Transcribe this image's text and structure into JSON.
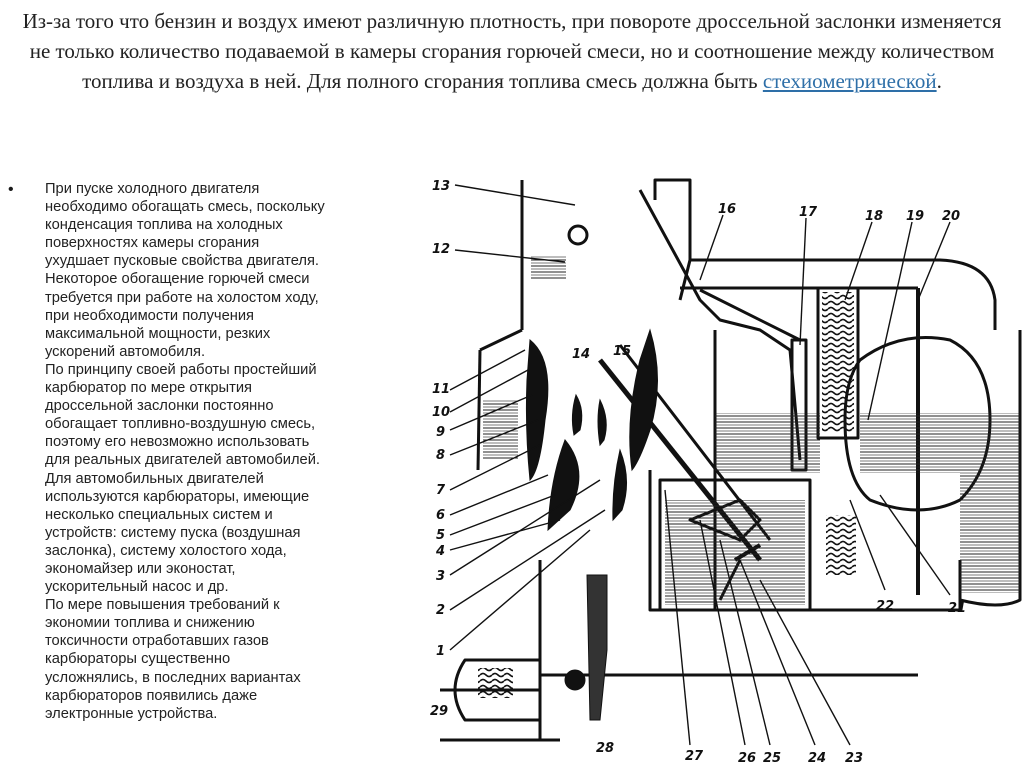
{
  "header": {
    "text_before_link": "Из-за того что бензин и воздух имеют различную плотность, при повороте дроссельной заслонки изменяется не только количество подаваемой в камеры сгорания горючей смеси, но и соотношение между количеством топлива и воздуха в ней. Для полного сгорания топлива смесь должна быть ",
    "link_text": "стехиометрической",
    "text_after_link": "."
  },
  "bullet": {
    "marker": "•",
    "lines": [
      "При пуске холодного двигателя",
      "необходимо обогащать смесь, поскольку",
      "конденсация топлива на холодных",
      "поверхностях камеры сгорания",
      "ухудшает пусковые свойства двигателя.",
      "Некоторое обогащение горючей смеси",
      "требуется при работе на холостом ходу,",
      "при необходимости получения",
      "максимальной мощности, резких",
      "ускорений автомобиля.",
      "По принципу своей работы простейший",
      "карбюратор по мере открытия",
      "дроссельной заслонки постоянно",
      "обогащает топливно-воздушную смесь,",
      "поэтому его невозможно использовать",
      "для реальных двигателей автомобилей.",
      "Для автомобильных двигателей",
      "используются карбюраторы, имеющие",
      "несколько специальных систем и",
      "устройств: систему пуска (воздушная",
      "заслонка), систему холостого хода,",
      "экономайзер или эконостат,",
      "ускорительный насос и др.",
      "По мере повышения требований к",
      "экономии топлива и снижению",
      "токсичности отработавших газов",
      "карбюраторы существенно",
      "усложнялись, в последних вариантах",
      "карбюраторов появились даже",
      "электронные устройства."
    ]
  },
  "diagram": {
    "labels": [
      "13",
      "12",
      "11",
      "10",
      "9",
      "8",
      "7",
      "6",
      "5",
      "4",
      "3",
      "2",
      "1",
      "29",
      "28",
      "27",
      "26",
      "25",
      "24",
      "23",
      "22",
      "21",
      "20",
      "19",
      "18",
      "17",
      "16",
      "15",
      "14"
    ]
  }
}
